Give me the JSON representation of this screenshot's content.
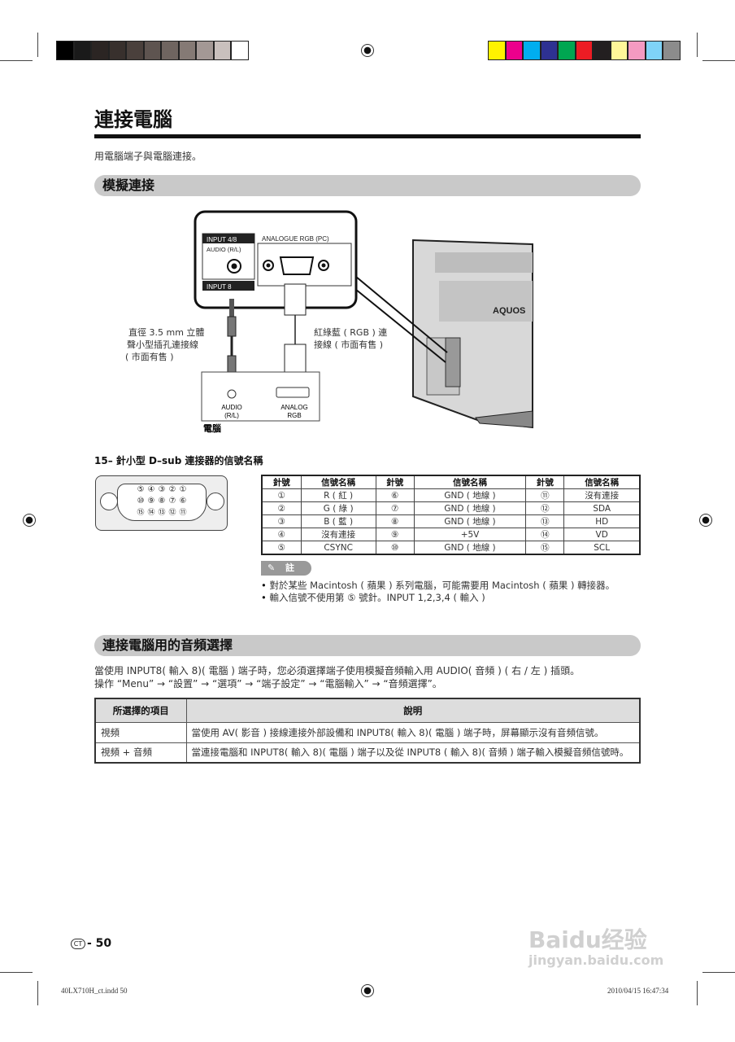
{
  "registration": {
    "gray_swatches": [
      "#000000",
      "#1a1a1a",
      "#2b2523",
      "#38302d",
      "#4a403c",
      "#5e5450",
      "#6f6560",
      "#857a75",
      "#a39895",
      "#c9c0bd",
      "#ffffff"
    ],
    "color_swatches": [
      "#fff200",
      "#ec008c",
      "#00aeef",
      "#2e3192",
      "#00a651",
      "#ed1c24",
      "#231f20",
      "#fff799",
      "#f49ac1",
      "#7fd3f7",
      "#8c8c8c"
    ]
  },
  "page": {
    "title": "連接電腦",
    "intro": "用電腦端子與電腦連接。"
  },
  "analog_section": {
    "heading": "模擬連接",
    "diagram": {
      "input48": "INPUT 4/8",
      "audio_rl": "AUDIO (R/L)",
      "input8": "INPUT 8",
      "analogue_rgb": "ANALOGUE RGB (PC)",
      "audio_cable_label": [
        "直徑 3.5 mm 立體",
        "聲小型插孔連接線",
        "( 市面有售 )"
      ],
      "rgb_cable_label": [
        "紅綠藍 ( RGB ) 連",
        "接線 ( 市面有售 )"
      ],
      "pc_audio": [
        "AUDIO",
        "(R/L)"
      ],
      "pc_analog": [
        "ANALOG",
        "RGB"
      ],
      "pc_label": "電腦",
      "tv_logo": "AQUOS"
    }
  },
  "dsub": {
    "heading": "15– 針小型 D–sub 連接器的信號名稱",
    "connector_rows": [
      [
        "⑤",
        "④",
        "③",
        "②",
        "①"
      ],
      [
        "⑩",
        "⑨",
        "⑧",
        "⑦",
        "⑥"
      ],
      [
        "⑮",
        "⑭",
        "⑬",
        "⑫",
        "⑪"
      ]
    ],
    "columns": [
      "針號",
      "信號名稱",
      "針號",
      "信號名稱",
      "針號",
      "信號名稱"
    ],
    "rows": [
      [
        "①",
        "R ( 紅 )",
        "⑥",
        "GND ( 地線 )",
        "⑪",
        "沒有連接"
      ],
      [
        "②",
        "G ( 綠 )",
        "⑦",
        "GND ( 地線 )",
        "⑫",
        "SDA"
      ],
      [
        "③",
        "B ( 藍 )",
        "⑧",
        "GND ( 地線 )",
        "⑬",
        "HD"
      ],
      [
        "④",
        "沒有連接",
        "⑨",
        "+5V",
        "⑭",
        "VD"
      ],
      [
        "⑤",
        "CSYNC",
        "⑩",
        "GND ( 地線 )",
        "⑮",
        "SCL"
      ]
    ]
  },
  "note": {
    "label": "註",
    "items": [
      "對於某些 Macintosh ( 蘋果 ) 系列電腦，可能需要用 Macintosh ( 蘋果 ) 轉接器。",
      "輸入信號不使用第 ⑤ 號針。INPUT 1,2,3,4 ( 輸入 )"
    ]
  },
  "audio_section": {
    "heading": "連接電腦用的音頻選擇",
    "text1": "當使用 INPUT8( 輸入 8)( 電腦 ) 端子時，您必須選擇端子使用模擬音頻輸入用 AUDIO( 音頻 ) ( 右 / 左 ) 插頭。",
    "text2": "操作 “Menu” → “設置” → “選項” → “端子設定” → “電腦輸入” → “音頻選擇”。",
    "columns": [
      "所選擇的項目",
      "說明"
    ],
    "rows": [
      [
        "視頻",
        "當使用 AV( 影音 ) 接線連接外部設備和 INPUT8( 輸入 8)( 電腦 ) 端子時，屏幕顯示沒有音頻信號。"
      ],
      [
        "視頻 + 音頻",
        "當連接電腦和 INPUT8( 輸入 8)( 電腦 ) 端子以及從 INPUT8 ( 輸入 8)( 音頻 ) 端子輸入模擬音頻信號時。"
      ]
    ]
  },
  "footer": {
    "lang_badge": "CT",
    "page_number": "- 50",
    "file": "40LX710H_ct.indd   50",
    "timestamp": "2010/04/15   16:47:34",
    "watermark": [
      "Baidu经验",
      "jingyan.baidu.com"
    ]
  }
}
